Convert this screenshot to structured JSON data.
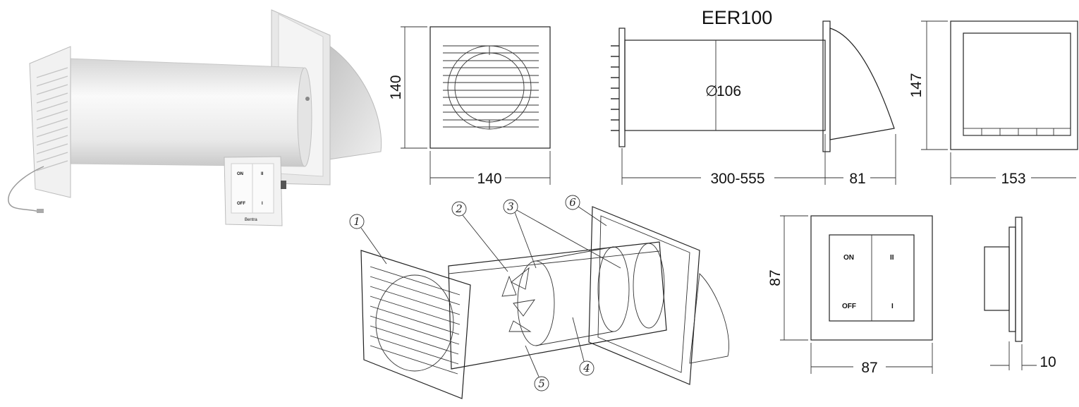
{
  "title": "EER100",
  "dimensions": {
    "front_height": "140",
    "front_width": "140",
    "diameter_symbol": "∅",
    "diameter": "106",
    "length_range": "300-555",
    "hood_depth": "81",
    "rear_height": "147",
    "rear_width": "153",
    "switch_height": "87",
    "switch_width": "87",
    "switch_depth": "10"
  },
  "switch": {
    "on": "ON",
    "off": "OFF",
    "speed_2": "II",
    "speed_1": "I",
    "brand": "Bentra"
  },
  "callouts": [
    "1",
    "2",
    "3",
    "4",
    "5",
    "6"
  ]
}
